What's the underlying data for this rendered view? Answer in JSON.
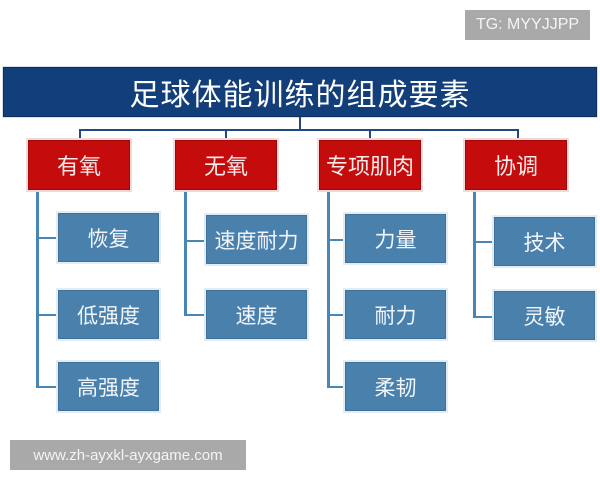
{
  "watermarks": {
    "tg": "TG: MYYJJPP",
    "url": "www.zh-ayxkl-ayxgame.com"
  },
  "title": "足球体能训练的组成要素",
  "colors": {
    "title_bg": "#123f7a",
    "category_bg": "#c40c0c",
    "item_bg": "#4a80ac",
    "connector": "#4a86b4",
    "watermark_bg": "#a9a9a9"
  },
  "categories": [
    {
      "label": "有氧",
      "items": [
        {
          "label": "恢复"
        },
        {
          "label": "低强度"
        },
        {
          "label": "高强度"
        }
      ]
    },
    {
      "label": "无氧",
      "items": [
        {
          "label": "速度耐力"
        },
        {
          "label": "速度"
        }
      ]
    },
    {
      "label": "专项肌肉",
      "items": [
        {
          "label": "力量"
        },
        {
          "label": "耐力"
        },
        {
          "label": "柔韧"
        }
      ]
    },
    {
      "label": "协调",
      "items": [
        {
          "label": "技术"
        },
        {
          "label": "灵敏"
        }
      ]
    }
  ]
}
